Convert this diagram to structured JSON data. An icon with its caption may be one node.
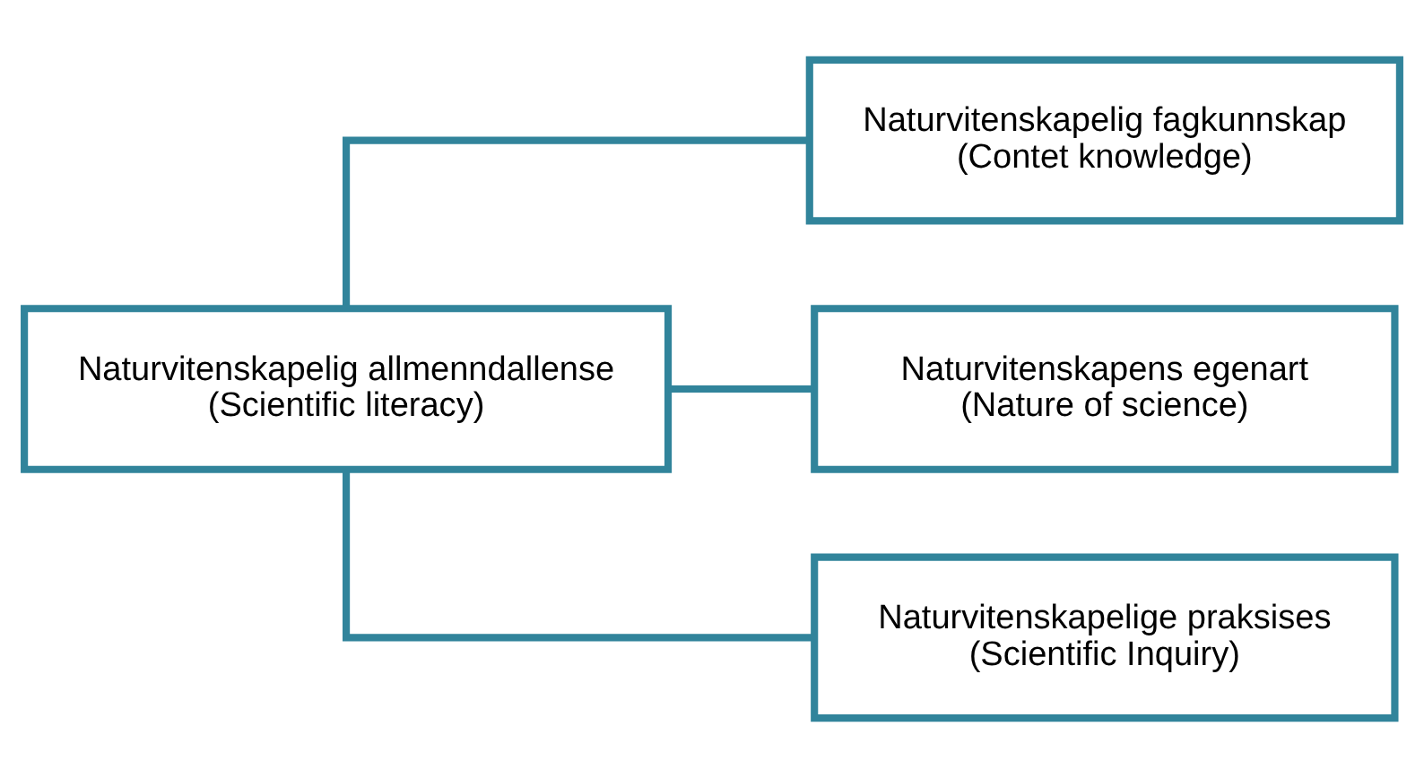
{
  "diagram": {
    "nodes": [
      {
        "text": [
          "Naturvitenskapelig allmenndallense",
          "(Scientific literacy)"
        ]
      },
      {
        "text": [
          "Naturvitenskapelig fagkunnskap",
          "(Contet knowledge)"
        ]
      },
      {
        "text": [
          "Naturvitenskapens egenart",
          "(Nature of science)"
        ]
      },
      {
        "text": [
          "Naturvitenskapelige praksises",
          "(Scientific Inquiry)"
        ]
      }
    ],
    "edges": [
      {
        "from": 0,
        "to": 1,
        "arrow": "none"
      },
      {
        "from": 0,
        "to": 2,
        "arrow": "none"
      },
      {
        "from": 0,
        "to": 3,
        "arrow": "none"
      }
    ]
  }
}
